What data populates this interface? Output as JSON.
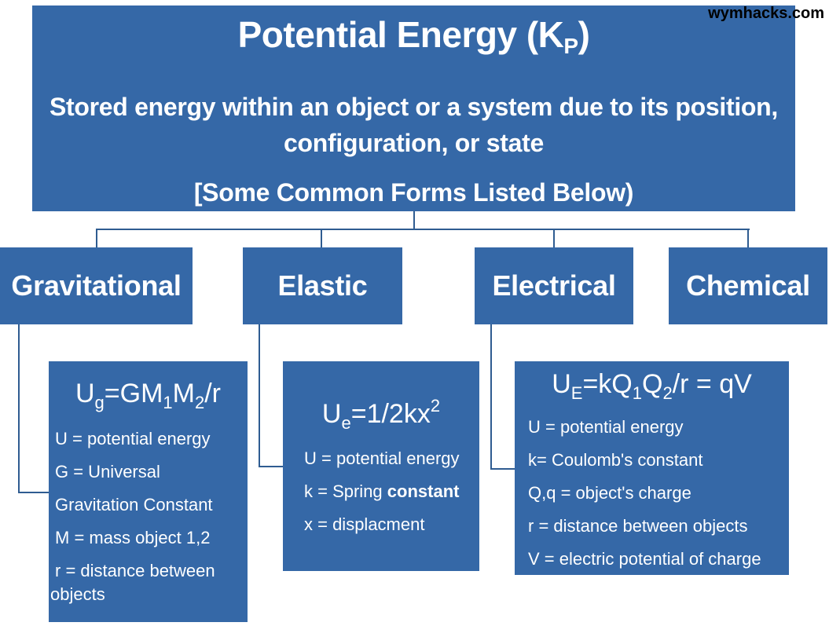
{
  "header": {
    "title": "Potential Energy (K",
    "title_sub": "P",
    "title_end": ")",
    "subtitle": "Stored energy within an object or a system due to its position, configuration, or state",
    "note": "[Some Common Forms Listed Below)",
    "watermark": "wymhacks.com"
  },
  "categories": [
    "Gravitational",
    "Elastic",
    "Electrical",
    "Chemical"
  ],
  "gravitational": {
    "formula": [
      "U",
      "g",
      "=GM",
      "1",
      "M",
      "2",
      "/r"
    ],
    "items": [
      "U = potential energy",
      "G = Universal",
      "Gravitation Constant",
      "M = mass object 1,2",
      "r = distance between",
      "objects"
    ]
  },
  "elastic": {
    "formula": [
      "U",
      "e",
      "=1/2kx",
      "2"
    ],
    "items": [
      "U = potential energy",
      "k = Spring ",
      "x = displacment"
    ],
    "bold_word": "constant"
  },
  "electrical": {
    "formula": [
      "U",
      "E",
      "=kQ",
      "1",
      "Q",
      "2",
      "/r = qV"
    ],
    "items": [
      "U = potential energy",
      "k= Coulomb's constant",
      "Q,q = object's charge",
      "r = distance between objects",
      "V = electric potential of charge"
    ]
  },
  "colors": {
    "box": "#3568a7",
    "line": "#2f5c91"
  }
}
